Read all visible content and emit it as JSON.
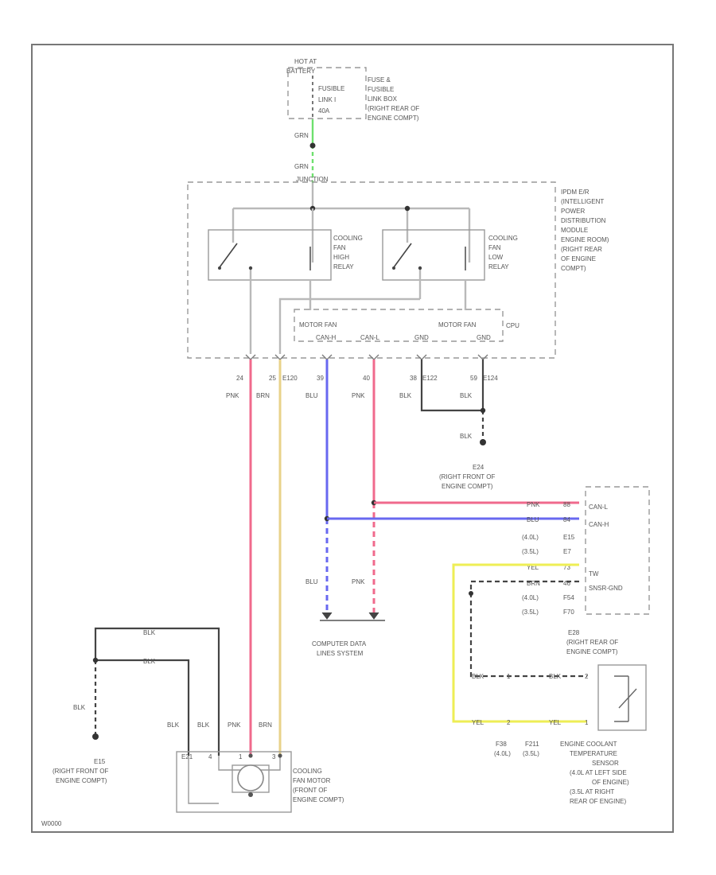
{
  "colors": {
    "pink": "#f06a8c",
    "blue": "#6868f0",
    "yellow": "#eeee55",
    "tan": "#e8d28a",
    "green": "#6ee06e",
    "gray": "#b9b9b9",
    "dark": "#444444"
  },
  "battery": {
    "hot": "HOT AT",
    "hot2": "BATTERY",
    "fusible": "FUSIBLE",
    "link": "LINK I",
    "amps": "40A",
    "box_lines": [
      "FUSE &",
      "FUSIBLE",
      "LINK BOX",
      "(RIGHT REAR OF",
      "ENGINE COMPT)"
    ],
    "wire1": "GRN",
    "wire2": "GRN",
    "junction": "JUNCTION"
  },
  "ipdm": {
    "lines": [
      "IPDM E/R",
      "(INTELLIGENT",
      "POWER",
      "DISTRIBUTION",
      "MODULE",
      "ENGINE ROOM)",
      "(RIGHT REAR",
      "OF ENGINE",
      "COMPT)"
    ],
    "relay_high": [
      "COOLING",
      "FAN",
      "HIGH",
      "RELAY"
    ],
    "relay_low": [
      "COOLING",
      "FAN",
      "LOW",
      "RELAY"
    ],
    "cpu": "CPU",
    "motor_fan1": "MOTOR FAN",
    "motor_fan2": "MOTOR FAN",
    "can_h": "CAN-H",
    "can_l": "CAN-L",
    "gnd1": "GND",
    "gnd2": "GND"
  },
  "pins": {
    "p24": "24",
    "p25": "25",
    "e120": "E120",
    "p39": "39",
    "p40": "40",
    "p38": "38",
    "e122": "E122",
    "p59": "59",
    "e124": "E124"
  },
  "wires": {
    "pnk1": "PNK",
    "brn1": "BRN",
    "blu1": "BLU",
    "pnk2": "PNK",
    "blk1": "BLK",
    "blk2": "BLK",
    "blk3": "BLK",
    "blu2": "BLU",
    "pnk3": "PNK",
    "blk_l1": "BLK",
    "blk_l2": "BLK",
    "blk_l3": "BLK",
    "blk_m1": "BLK",
    "blk_m2": "BLK",
    "pnk_m": "PNK",
    "brn_m": "BRN"
  },
  "ground_e24": [
    "E24",
    "(RIGHT FRONT OF",
    "ENGINE COMPT)"
  ],
  "ground_e15": [
    "E15",
    "(RIGHT FRONT OF",
    "ENGINE COMPT)"
  ],
  "ground_e28": [
    "E28",
    "(RIGHT REAR OF",
    "ENGINE COMPT)"
  ],
  "ecm": {
    "rows": [
      {
        "a": "PNK",
        "b": "88"
      },
      {
        "a": "BLU",
        "b": "84"
      },
      {
        "a": "(4.0L)",
        "b": "E15"
      },
      {
        "a": "(3.5L)",
        "b": "E7"
      },
      {
        "a": "YEL",
        "b": "73"
      },
      {
        "a": "BRN",
        "b": "46"
      },
      {
        "a": "(4.0L)",
        "b": "F54"
      },
      {
        "a": "(3.5L)",
        "b": "F70"
      }
    ],
    "label1": "CAN-L",
    "label2": "CAN-H",
    "label3": "TW",
    "label4": "SNSR-GND"
  },
  "computer_data": [
    "COMPUTER DATA",
    "LINES SYSTEM"
  ],
  "sensor_wires": {
    "blk": "BLK",
    "c1": "1",
    "blk2": "BLK",
    "p2": "2",
    "yel": "YEL",
    "c2": "2",
    "yel2": "YEL",
    "p1": "1",
    "f38": "F38",
    "f38s": "(4.0L)",
    "f211": "F211",
    "f211s": "(3.5L)"
  },
  "sensor": [
    "ENGINE COOLANT",
    "TEMPERATURE",
    "SENSOR",
    "(4.0L AT LEFT SIDE",
    "OF ENGINE)",
    "(3.5L AT RIGHT",
    "REAR OF ENGINE)"
  ],
  "motor": {
    "lines": [
      "COOLING",
      "FAN MOTOR",
      "(FRONT OF",
      "ENGINE COMPT)"
    ],
    "c1": "E21",
    "c2": "4",
    "c3": "1",
    "c4": "3"
  },
  "footer": "W0000"
}
